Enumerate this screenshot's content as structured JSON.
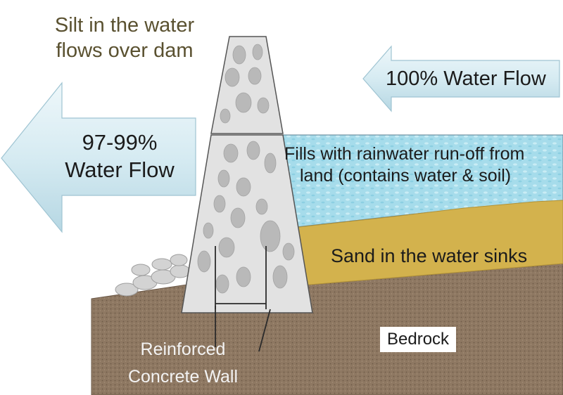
{
  "labels": {
    "silt_line1": "Silt in the water",
    "silt_line2": "flows over dam",
    "inflow": "100% Water Flow",
    "outflow_line1": "97-99%",
    "outflow_line2": "Water Flow",
    "fills_line1": "Fills with rainwater run-off from",
    "fills_line2": "land (contains water & soil)",
    "sand": "Sand in the water sinks",
    "bedrock": "Bedrock",
    "wall_line1": "Reinforced",
    "wall_line2": "Concrete Wall"
  },
  "colors": {
    "water": "#a6dceb",
    "sand": "#d3b24d",
    "bedrock": "#8e7862",
    "concrete": "#e2e2e2",
    "arrow": "#d9ecf2"
  }
}
